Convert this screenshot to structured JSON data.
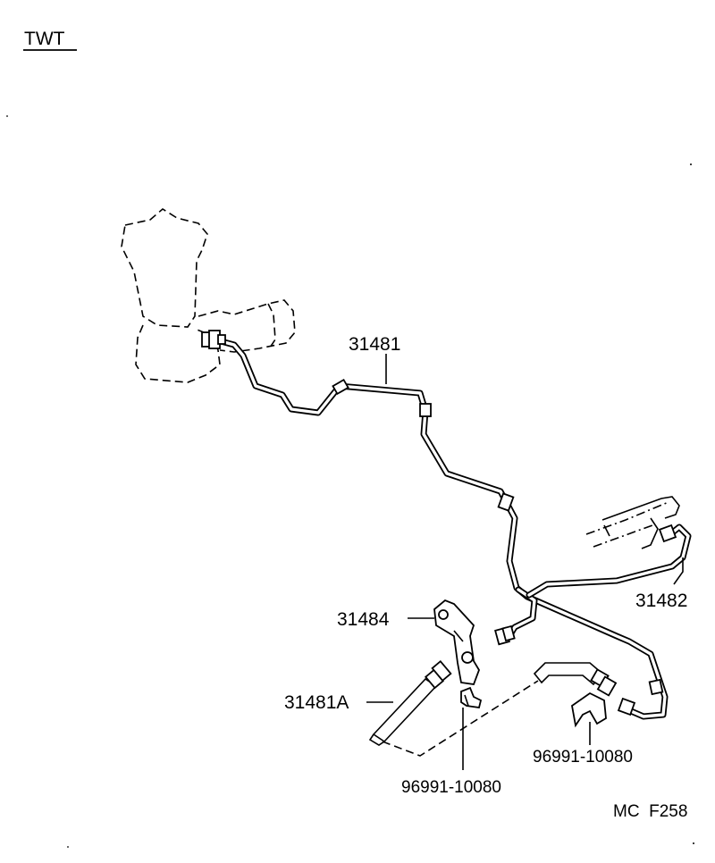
{
  "variant_label": "TWT",
  "figure_code": "MC  F258",
  "parts": {
    "tube_main": "31481",
    "tube_rear": "31482",
    "bracket": "31484",
    "hose": "31481A",
    "clip_left": "96991-10080",
    "clip_right": "96991-10080"
  }
}
